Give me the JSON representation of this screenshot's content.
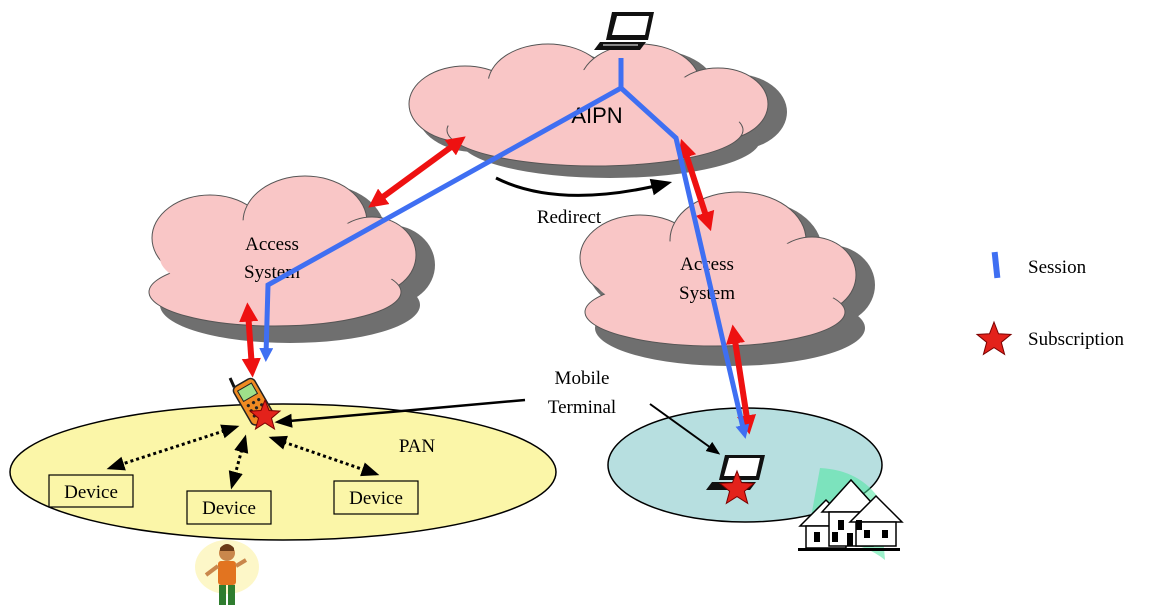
{
  "colors": {
    "cloud_fill": "#f9c6c6",
    "cloud_shadow": "#6f6f6f",
    "session": "#3f6ff2",
    "arrow_red": "#ee1111",
    "pan_fill": "#fbf6a8",
    "home_fill": "#b7dfe0",
    "subscription_star": "#e3221b"
  },
  "clouds": {
    "aipn": "AIPN",
    "access_left": [
      "Access",
      "System"
    ],
    "access_right": [
      "Access",
      "System"
    ]
  },
  "labels": {
    "redirect": "Redirect",
    "mobile_terminal": [
      "Mobile",
      "Terminal"
    ],
    "pan": "PAN"
  },
  "devices": [
    "Device",
    "Device",
    "Device"
  ],
  "legend": {
    "session": "Session",
    "subscription": "Subscription"
  },
  "icons": [
    "laptop-icon",
    "mobile-phone-icon",
    "person-icon",
    "houses-icon",
    "subscription-star-icon"
  ]
}
